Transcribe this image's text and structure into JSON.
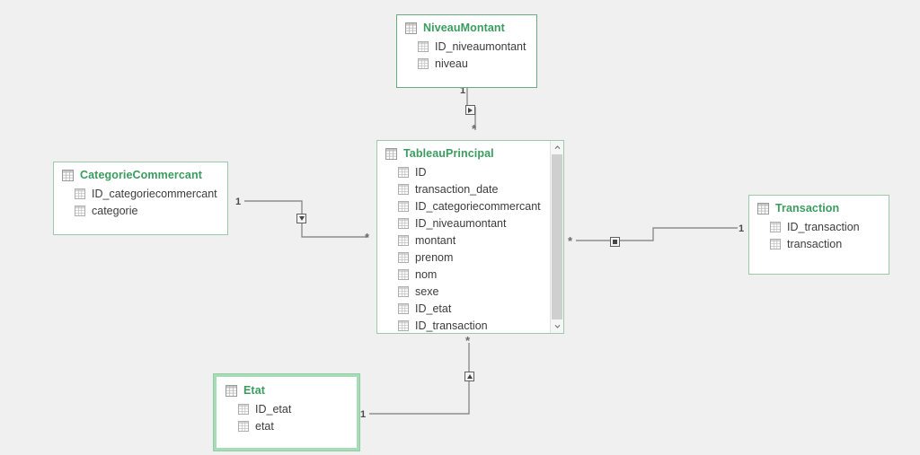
{
  "canvas": {
    "background_color": "#f0f0f0",
    "entity_border_color": "#9dc9ab",
    "entity_title_color": "#3a9c5e",
    "field_text_color": "#3c3c3c",
    "connector_color": "#8d8d8d"
  },
  "entities": [
    {
      "id": "niveaumontant",
      "name": "NiveauMontant",
      "icon": "table-icon",
      "state": "emphasis",
      "fields": [
        {
          "name": "ID_niveaumontant",
          "icon": "field-icon"
        },
        {
          "name": "niveau",
          "icon": "field-icon"
        }
      ]
    },
    {
      "id": "categoriecommercant",
      "name": "CategorieCommercant",
      "icon": "table-icon",
      "state": "normal",
      "fields": [
        {
          "name": "ID_categoriecommercant",
          "icon": "field-icon"
        },
        {
          "name": "categorie",
          "icon": "field-icon"
        }
      ]
    },
    {
      "id": "tableauprincipal",
      "name": "TableauPrincipal",
      "icon": "table-icon",
      "state": "normal",
      "has_scrollbar": true,
      "fields": [
        {
          "name": "ID",
          "icon": "field-icon"
        },
        {
          "name": "transaction_date",
          "icon": "field-icon"
        },
        {
          "name": "ID_categoriecommercant",
          "icon": "field-icon"
        },
        {
          "name": "ID_niveaumontant",
          "icon": "field-icon"
        },
        {
          "name": "montant",
          "icon": "field-icon"
        },
        {
          "name": "prenom",
          "icon": "field-icon"
        },
        {
          "name": "nom",
          "icon": "field-icon"
        },
        {
          "name": "sexe",
          "icon": "field-icon"
        },
        {
          "name": "ID_etat",
          "icon": "field-icon"
        },
        {
          "name": "ID_transaction",
          "icon": "field-icon"
        }
      ]
    },
    {
      "id": "transaction",
      "name": "Transaction",
      "icon": "table-icon",
      "state": "normal",
      "fields": [
        {
          "name": "ID_transaction",
          "icon": "field-icon"
        },
        {
          "name": "transaction",
          "icon": "field-icon"
        }
      ]
    },
    {
      "id": "etat",
      "name": "Etat",
      "icon": "table-icon",
      "state": "selected",
      "fields": [
        {
          "name": "ID_etat",
          "icon": "field-icon"
        },
        {
          "name": "etat",
          "icon": "field-icon"
        }
      ]
    }
  ],
  "relationships": [
    {
      "id": "rel-niveaumontant-tableauprincipal",
      "from": "NiveauMontant",
      "to": "TableauPrincipal",
      "from_cardinality": "1",
      "to_cardinality": "*",
      "marker_direction": "right"
    },
    {
      "id": "rel-categoriecommercant-tableauprincipal",
      "from": "CategorieCommercant",
      "to": "TableauPrincipal",
      "from_cardinality": "1",
      "to_cardinality": "*",
      "marker_direction": "down"
    },
    {
      "id": "rel-tableauprincipal-transaction",
      "from": "TableauPrincipal",
      "to": "Transaction",
      "from_cardinality": "*",
      "to_cardinality": "1",
      "marker_direction": "none"
    },
    {
      "id": "rel-tableauprincipal-etat",
      "from": "TableauPrincipal",
      "to": "Etat",
      "from_cardinality": "*",
      "to_cardinality": "1",
      "marker_direction": "up"
    }
  ],
  "cardinality_labels": {
    "niveaumontant_one": "1",
    "tableauprincipal_from_niveau_many": "*",
    "categoriecommercant_one": "1",
    "tableauprincipal_from_categorie_many": "*",
    "tableauprincipal_to_transaction_many": "*",
    "transaction_one": "1",
    "tableauprincipal_to_etat_many": "*",
    "etat_one": "1"
  },
  "scrollbar": {
    "up_arrow": "chevron-up-icon",
    "down_arrow": "chevron-down-icon"
  }
}
